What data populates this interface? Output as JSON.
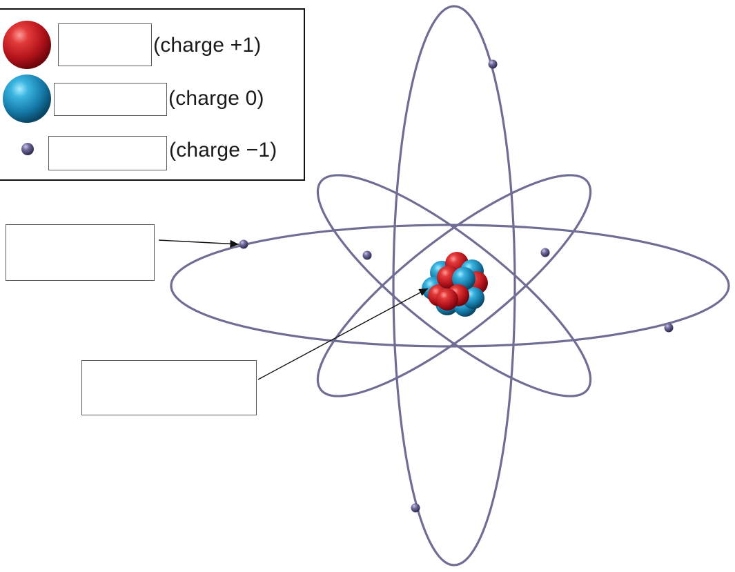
{
  "legend": {
    "proton": {
      "charge_label": "(charge +1)",
      "answer": ""
    },
    "neutron": {
      "charge_label": "(charge 0)",
      "answer": ""
    },
    "electron": {
      "charge_label": "(charge −1)",
      "answer": ""
    }
  },
  "callouts": {
    "orbit_electron_label": "",
    "nucleus_label": ""
  },
  "colors": {
    "proton": "#c8191e",
    "neutron": "#1d8bb8",
    "electron": "#5d5a82",
    "orbit": "#6f6d93"
  },
  "electron_count": 6
}
